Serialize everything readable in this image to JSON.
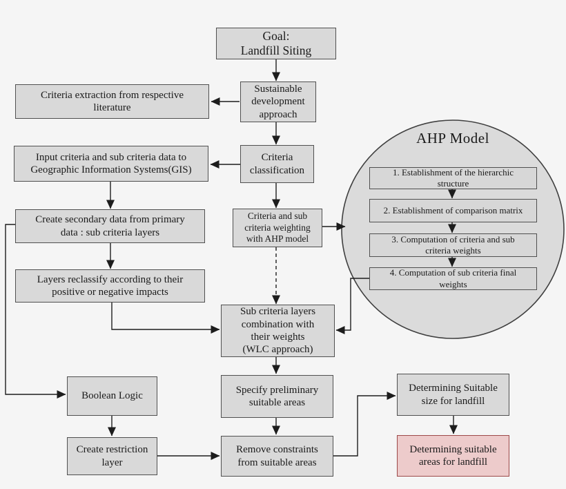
{
  "colors": {
    "background": "#f5f5f5",
    "box_fill": "#d9d9d9",
    "box_border": "#4f4f4f",
    "inner_box_fill": "#d7d7d7",
    "ellipse_fill": "#dbdbdb",
    "ellipse_border": "#3f3f3f",
    "highlight_fill": "#edcbcb",
    "highlight_border": "#9c4848",
    "arrow": "#1d1d1d",
    "text": "#1a1a1a"
  },
  "nodes": {
    "goal": "Goal:\nLandfill Siting",
    "sustainable_development": "Sustainable\ndevelopment\napproach",
    "criteria_extraction": "Criteria extraction from respective\nliterature",
    "input_gis": "Input criteria and sub criteria data to\nGeographic Information Systems(GIS)",
    "criteria_classification": "Criteria\nclassification",
    "criteria_weighting": "Criteria and sub\ncriteria weighting\nwith AHP model",
    "create_secondary_data": "Create secondary data from primary\ndata : sub criteria layers",
    "layers_reclassify": "Layers reclassify according to their\npositive or negative impacts",
    "wlc_combination": "Sub criteria layers\ncombination with\ntheir weights\n(WLC approach)",
    "boolean_logic": "Boolean Logic",
    "create_restriction_layer": "Create restriction\nlayer",
    "specify_preliminary_areas": "Specify preliminary\nsuitable areas",
    "remove_constraints": "Remove constraints\nfrom suitable areas",
    "determine_suitable_size": "Determining Suitable\nsize for landfill",
    "determine_suitable_areas": "Determining suitable\nareas for landfill"
  },
  "ahp": {
    "title": "AHP Model",
    "steps": [
      "1. Establishment of the hierarchic\nstructure",
      "2. Establishment of comparison matrix",
      "3. Computation of criteria and sub\ncriteria weights",
      "4. Computation of sub criteria final\nweights"
    ]
  }
}
